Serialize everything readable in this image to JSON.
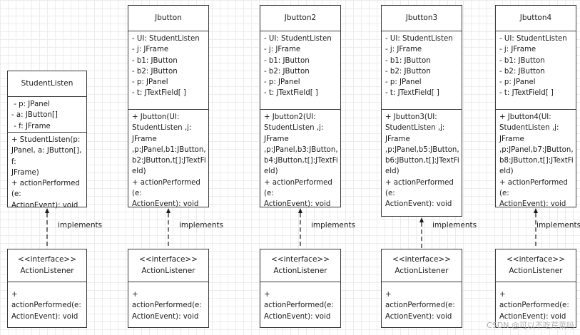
{
  "classes": [
    {
      "name": "StudentListen",
      "attributes": [
        " - p: JPanel",
        "- a: JButton[]",
        " - f: JFrame"
      ],
      "methods": [
        "+ StudentListen(p:",
        "JPanel, a: JButton[], f:",
        "JFrame)",
        "+ actionPerformed(e:",
        "ActionEvent): void"
      ]
    },
    {
      "name": "Jbutton",
      "attributes": [
        "- UI: StudentListen",
        "- j: JFrame",
        "- b1: JButton",
        "- b2: JButton",
        "- p: JPanel",
        "- t: JTextField[ ]"
      ],
      "methods": [
        "+ Jbutton(UI:",
        "StudentListen ,j:",
        "JFrame",
        ",p:JPanel,b1:JButton,",
        "b2:JButton,t[]:JTextFi",
        "eld)",
        "+ actionPerformed(e:",
        "ActionEvent): void"
      ]
    },
    {
      "name": "Jbutton2",
      "attributes": [
        "- UI: StudentListen",
        "- j: JFrame",
        "- b1: JButton",
        "- b2: JButton",
        "- p: JPanel",
        "- t: JTextField[ ]"
      ],
      "methods": [
        "+ Jbutton2(UI:",
        "StudentListen ,j:",
        "JFrame",
        ",p:JPanel,b3:JButton,",
        "b4:JButton,t[]:JTextFi",
        "eld)",
        "+ actionPerformed(e:",
        "ActionEvent): void"
      ]
    },
    {
      "name": "Jbutton3",
      "attributes": [
        "- UI: StudentListen",
        "- j: JFrame",
        "- b1: JButton",
        "- b2: JButton",
        "- p: JPanel",
        "- t: JTextField[ ]"
      ],
      "methods": [
        "+ Jbutton3(UI:",
        "StudentListen ,j:",
        "JFrame",
        ",p:JPanel,b5:JButton,",
        "b6:JButton,t[]:JTextFi",
        "eld)",
        "+ actionPerformed(e:",
        "ActionEvent): void"
      ]
    },
    {
      "name": "Jbutton4",
      "attributes": [
        "- UI: StudentListen",
        "- j: JFrame",
        "- b1: JButton",
        "- b2: JButton",
        "- p: JPanel",
        "- t: JTextField[ ]"
      ],
      "methods": [
        "+ Jbutton4(UI:",
        "StudentListen ,j:",
        "JFrame",
        ",p:JPanel,b7:JButton,",
        "b8:JButton,t[]:JTextFi",
        "eld)",
        "+ actionPerformed(e:",
        "ActionEvent): void"
      ]
    }
  ],
  "interface": {
    "stereotype": "<<interface>>",
    "name": "ActionListener",
    "methods": [
      "+",
      "actionPerformed(e:",
      "ActionEvent): void"
    ]
  },
  "relation_label": "implements",
  "watermark": "CSDN @可以不吃芹菜吗",
  "colors": {
    "line": "#1a1a1a",
    "border": "#3a3a3a",
    "grid": "#ececec"
  }
}
